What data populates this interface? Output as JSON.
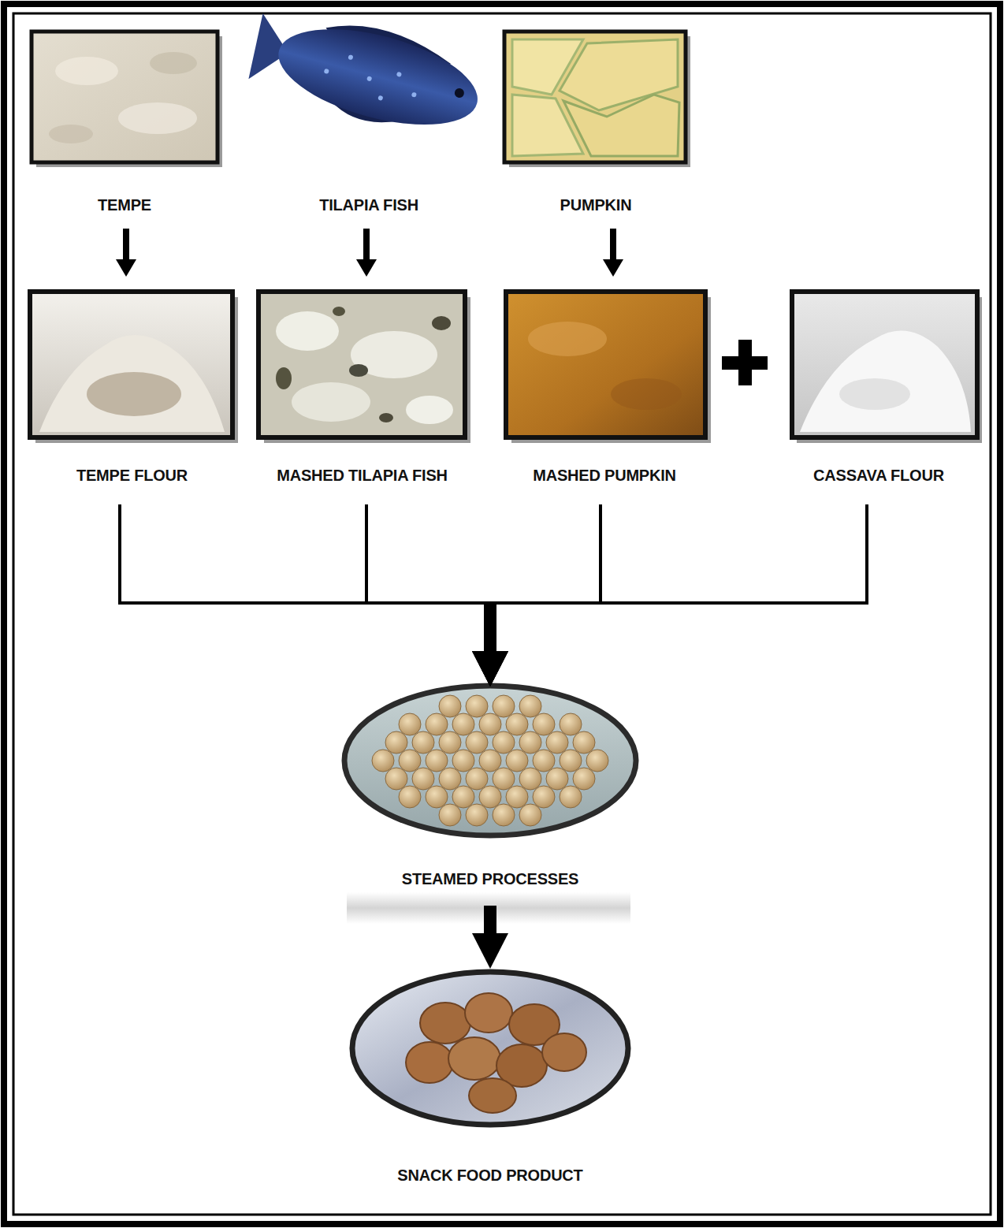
{
  "diagram": {
    "nodes": [
      {
        "text": [
          "TEMPE"
        ]
      },
      {
        "text": [
          "TILAPIA FISH"
        ]
      },
      {
        "text": [
          "PUMPKIN"
        ]
      },
      {
        "text": [
          "TEMPE FLOUR"
        ]
      },
      {
        "text": [
          "MASHED TILAPIA FISH"
        ]
      },
      {
        "text": [
          "MASHED PUMPKIN"
        ]
      },
      {
        "text": [
          "CASSAVA FLOUR"
        ]
      },
      {
        "text": [
          "STEAMED PROCESSES"
        ]
      },
      {
        "text": [
          "SNACK FOOD PRODUCT"
        ]
      }
    ],
    "edges": [
      {
        "from": 0,
        "to": 3,
        "arrow": "to"
      },
      {
        "from": 1,
        "to": 4,
        "arrow": "to"
      },
      {
        "from": 2,
        "to": 5,
        "arrow": "to"
      },
      {
        "from": 3,
        "to": 7,
        "arrow": "to"
      },
      {
        "from": 4,
        "to": 7,
        "arrow": "to"
      },
      {
        "from": 5,
        "to": 7,
        "arrow": "to"
      },
      {
        "from": 6,
        "to": 7,
        "arrow": "to"
      },
      {
        "from": 7,
        "to": 8,
        "arrow": "to"
      }
    ]
  }
}
